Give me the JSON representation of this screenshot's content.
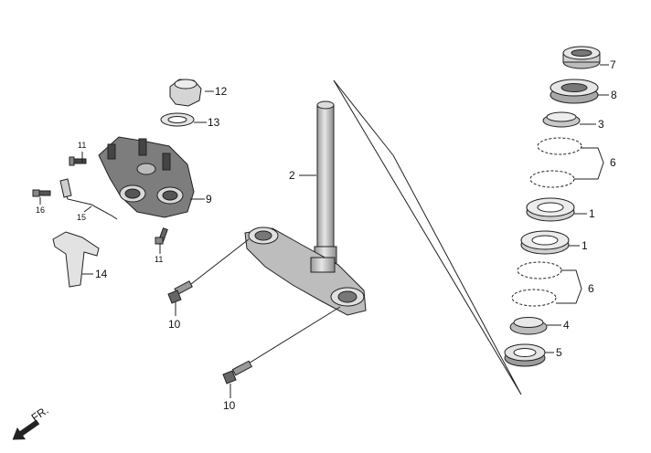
{
  "callouts": {
    "p1a": "1",
    "p1b": "1",
    "p2": "2",
    "p3": "3",
    "p4": "4",
    "p5": "5",
    "p6a": "6",
    "p6b": "6",
    "p7": "7",
    "p8": "8",
    "p9": "9",
    "p10a": "10",
    "p10b": "10",
    "p11a": "11",
    "p11b": "11",
    "p12": "12",
    "p13": "13",
    "p14": "14",
    "p15": "15",
    "p16": "16"
  },
  "direction_label": "FR.",
  "colors": {
    "outline": "#222222",
    "part_fill": "#cfcfcf",
    "part_dark": "#8a8a8a",
    "part_light": "#ececec"
  }
}
